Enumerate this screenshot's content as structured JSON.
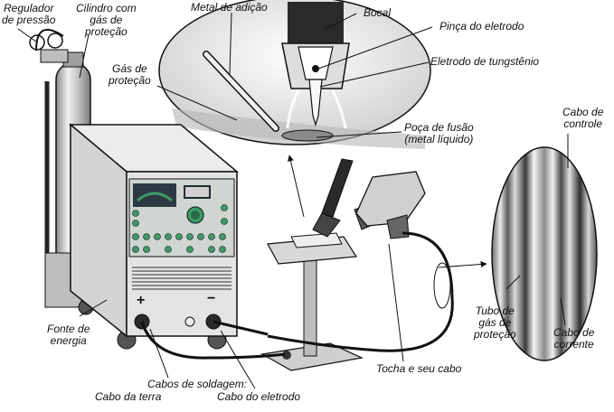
{
  "labels": {
    "regulador": [
      "Regulador",
      "de pressão"
    ],
    "cilindro": [
      "Cilindro com",
      "gás de",
      "proteção"
    ],
    "metal_adicao": "Metal de adição",
    "bocal": "Bocal",
    "pinca": "Pinça do eletrodo",
    "eletrodo": "Eletrodo de tungstênio",
    "gas_protecao": [
      "Gás de",
      "proteção"
    ],
    "poca_fusao": [
      "Poça de fusão",
      "(metal líquido)"
    ],
    "cabo_controle": [
      "Cabo de",
      "controle"
    ],
    "tubo_gas": [
      "Tubo de",
      "gás de",
      "proteção"
    ],
    "cabo_corrente": [
      "Cabo de",
      "corrente"
    ],
    "fonte": [
      "Fonte de",
      "energia"
    ],
    "tocha": "Tocha e seu cabo",
    "cabos_soldagem": "Cabos de soldagem:",
    "cabo_terra": "Cabo da terra",
    "cabo_eletrodo": "Cabo do eletrodo",
    "plus": "+",
    "minus": "−"
  },
  "colors": {
    "line": "#111111",
    "machine_light": "#e6e6e6",
    "machine_mid": "#c8c8c8",
    "machine_dark": "#9a9a9a",
    "panel_green": "#3f9a6a",
    "panel_dark": "#2c3a44"
  }
}
